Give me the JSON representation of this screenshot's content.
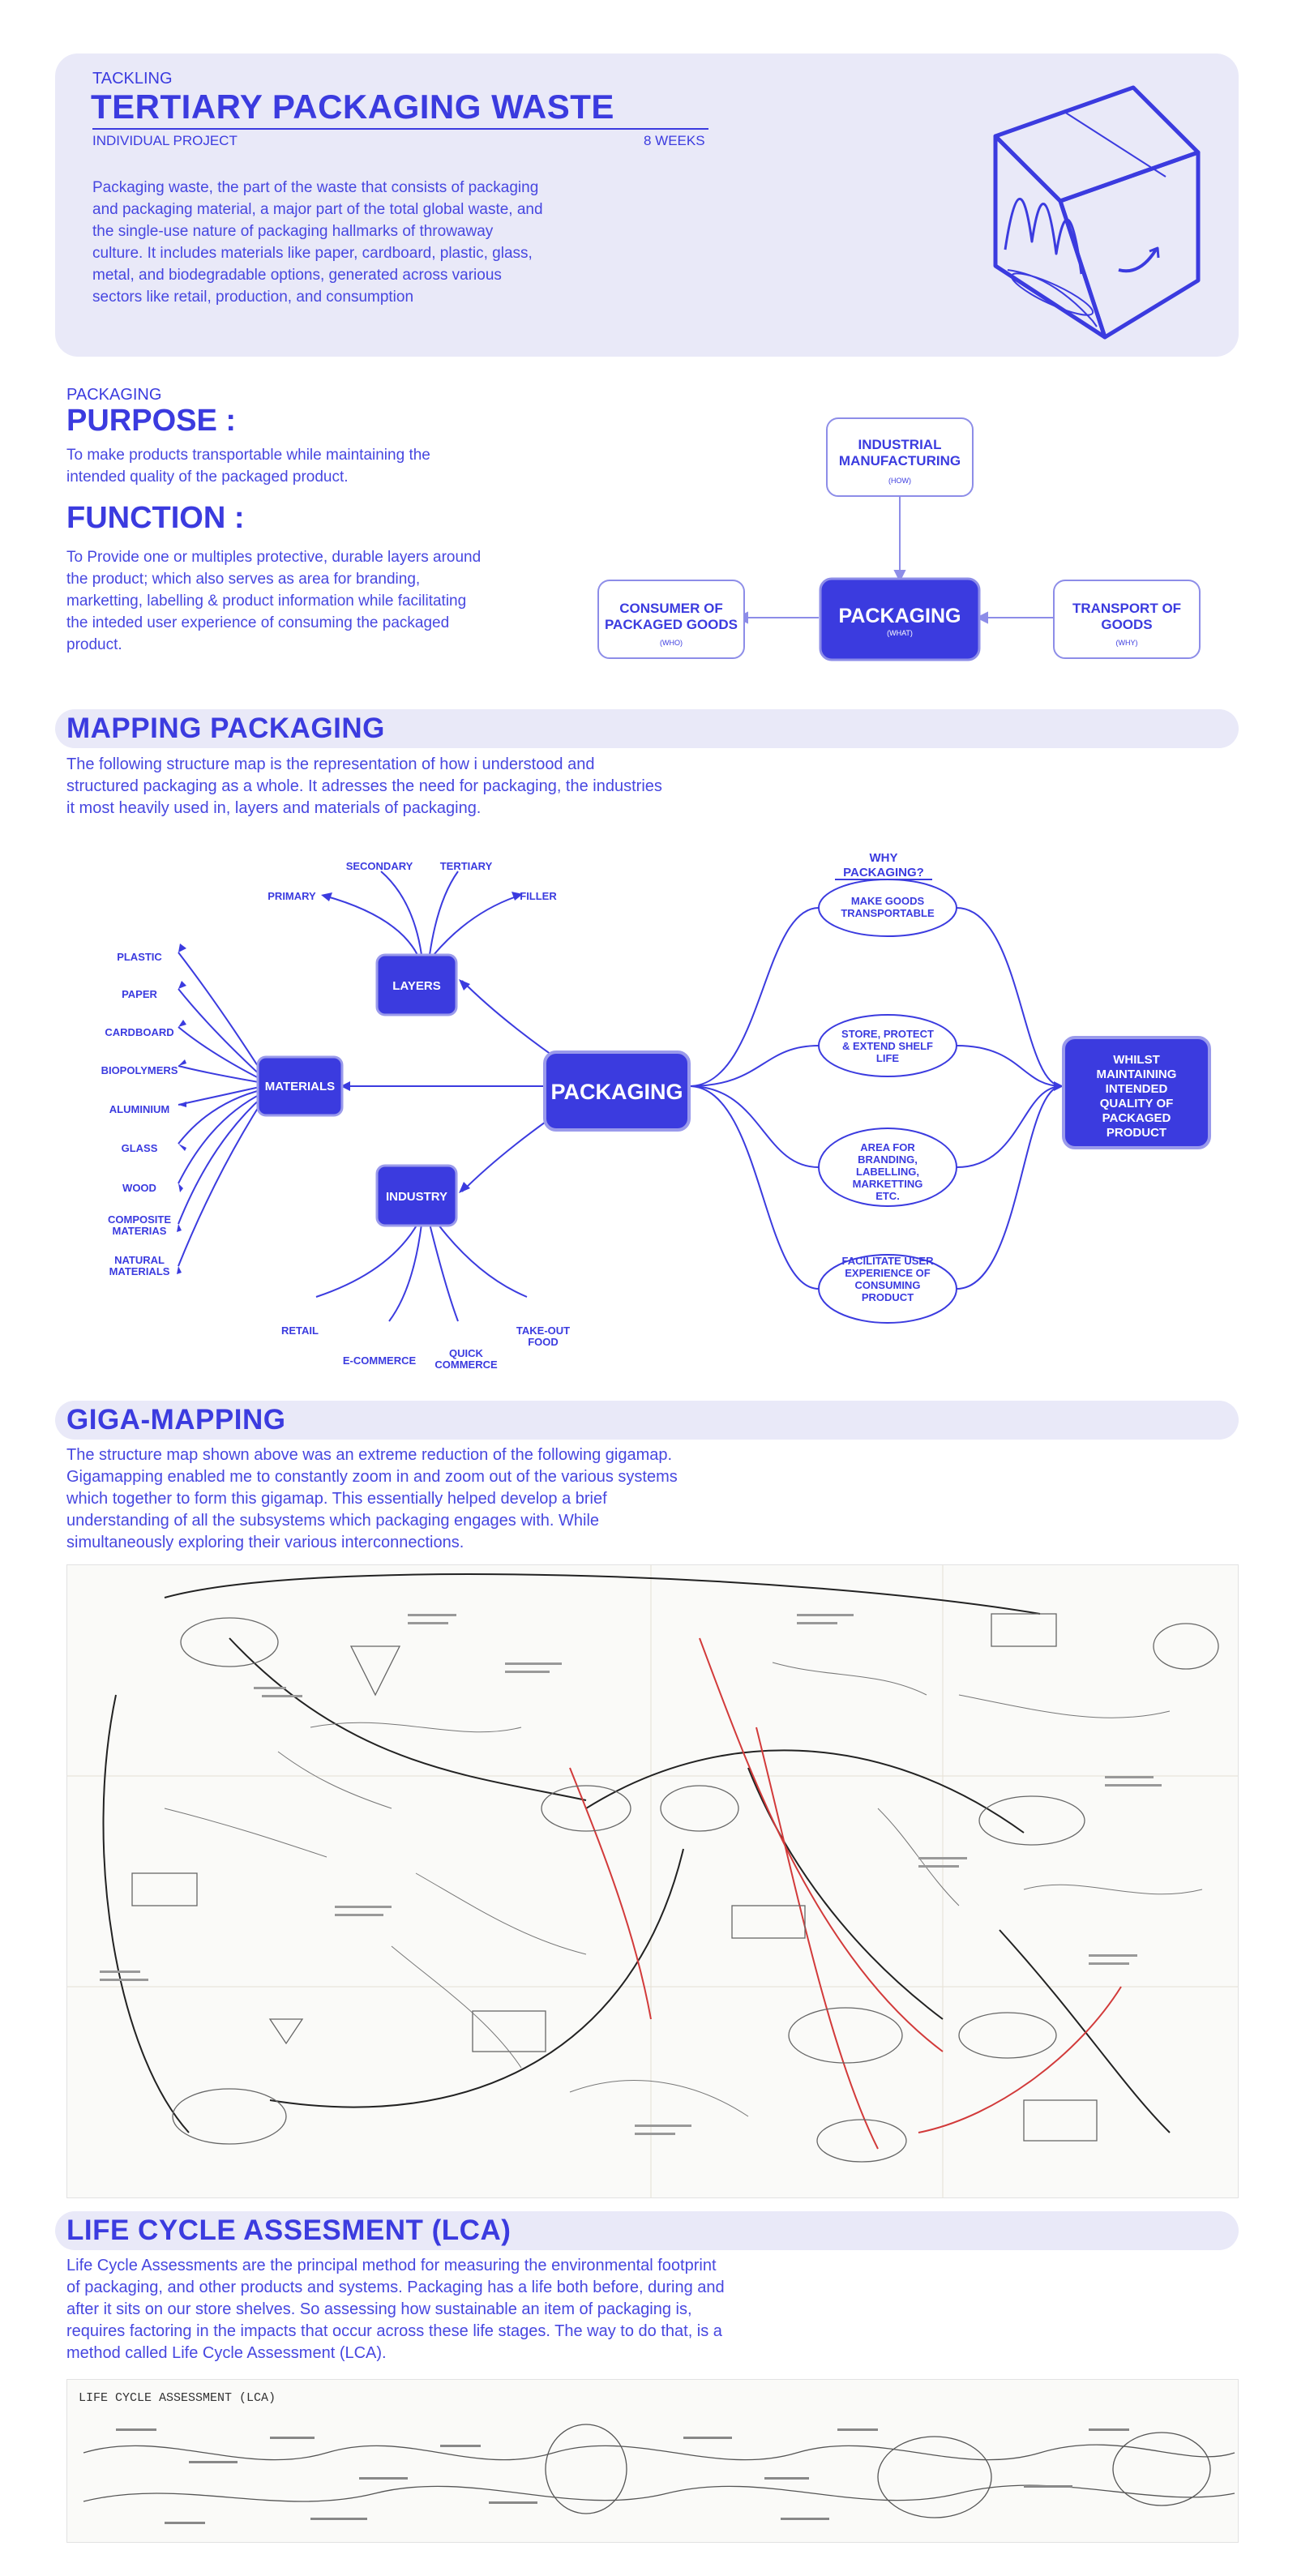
{
  "hero": {
    "eyebrow": "TACKLING",
    "title": "TERTIARY PACKAGING WASTE",
    "meta_left": "INDIVIDUAL PROJECT",
    "meta_right": "8 WEEKS",
    "description": "Packaging waste, the part of the waste that consists of packaging and packaging material, a major part of the total global waste, and the single-use nature of packaging hallmarks of throwaway culture. It includes materials like paper, cardboard, plastic, glass, metal, and biodegradable options, generated across various sectors like retail, production, and consumption"
  },
  "purpose": {
    "eyebrow": "PACKAGING",
    "purpose_title": "PURPOSE :",
    "purpose_text": "To make products transportable while maintaining the intended quality of the packaged product.",
    "function_title": "FUNCTION :",
    "function_text": "To Provide one or multiples protective, durable layers around the product; which also serves as area for branding, marketting, labelling & product information while facilitating the inteded user experience of consuming the packaged product."
  },
  "hub": {
    "top": {
      "title": "INDUSTRIAL MANUFACTURING",
      "sub": "(HOW)"
    },
    "left": {
      "title": "CONSUMER OF PACKAGED GOODS",
      "sub": "(WHO)"
    },
    "center": {
      "title": "PACKAGING",
      "sub": "(WHAT)"
    },
    "right": {
      "title": "TRANSPORT OF GOODS",
      "sub": "(WHY)"
    }
  },
  "mapping": {
    "title": "MAPPING PACKAGING",
    "text": "The following structure map is the representation of how i understood and structured packaging as a whole. It adresses the need for packaging, the industries it most heavily used in, layers and materials of packaging."
  },
  "mindmap": {
    "center": "PACKAGING",
    "layers": "LAYERS",
    "materials": "MATERIALS",
    "industry": "INDUSTRY",
    "layer_items": [
      "PRIMARY",
      "SECONDARY",
      "TERTIARY",
      "FILLER"
    ],
    "material_items": [
      "PLASTIC",
      "PAPER",
      "CARDBOARD",
      "BIOPOLYMERS",
      "ALUMINIUM",
      "GLASS",
      "WOOD",
      "COMPOSITE MATERIAS",
      "NATURAL MATERIALS"
    ],
    "industry_items": [
      "RETAIL",
      "E-COMMERCE",
      "QUICK COMMERCE",
      "TAKE-OUT FOOD"
    ],
    "why_title": "WHY PACKAGING?",
    "why_items": [
      "MAKE GOODS TRANSPORTABLE",
      "STORE, PROTECT & EXTEND SHELF LIFE",
      "AREA FOR BRANDING, LABELLING, MARKETTING ETC.",
      "FACILITATE USER EXPERIENCE OF CONSUMING PRODUCT"
    ],
    "outcome": "WHILST MAINTAINING INTENDED QUALITY OF PACKAGED PRODUCT"
  },
  "giga": {
    "title": "GIGA-MAPPING",
    "text": "The structure map shown above was an extreme reduction of the following gigamap. Gigamapping enabled me to constantly zoom in and zoom out of the various systems which together to form this gigamap. This essentially helped develop a brief understanding of all the subsystems which packaging engages with. While simultaneously exploring their various interconnections."
  },
  "lca": {
    "title": "LIFE CYCLE ASSESMENT (LCA)",
    "text": "Life Cycle Assessments are the principal method for measuring the environmental footprint of packaging, and other products and systems. Packaging has a life both before, during and after it sits on our store shelves. So assessing how sustainable an item of packaging is, requires factoring in the impacts that occur across these life stages. The way to do that, is a method called Life Cycle Assessment (LCA).",
    "sketch_title": "LIFE CYCLE ASSESSMENT (LCA)"
  },
  "colors": {
    "accent": "#3b3bdf",
    "panel": "#e9e9f8"
  }
}
